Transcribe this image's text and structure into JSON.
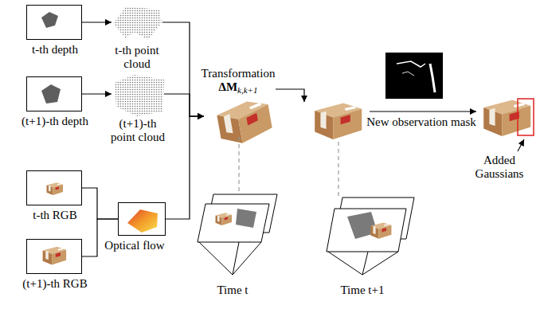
{
  "diagram": {
    "nodes": [
      {
        "text": [
          "t-th depth"
        ]
      },
      {
        "text": [
          "t-th point cloud"
        ]
      },
      {
        "text": [
          "(t+1)-th depth"
        ]
      },
      {
        "text": [
          "(t+1)-th point cloud"
        ]
      },
      {
        "text": [
          "t-th RGB"
        ]
      },
      {
        "text": [
          "(t+1)-th RGB"
        ]
      },
      {
        "text": [
          "Optical flow"
        ]
      },
      {
        "text": [
          "Transformation",
          "ΔM",
          "k,k+1"
        ]
      }
    ],
    "edges": [
      {
        "from": 0,
        "to": 1,
        "arrow": "to"
      },
      {
        "from": 2,
        "to": 3,
        "arrow": "to"
      },
      {
        "from": 4,
        "to": 6,
        "arrow": "none"
      },
      {
        "from": 5,
        "to": 6,
        "arrow": "none"
      },
      {
        "from": 1,
        "to": 7,
        "arrow": "to"
      },
      {
        "from": 3,
        "to": 7,
        "arrow": "to"
      },
      {
        "from": 6,
        "to": 7,
        "arrow": "to"
      }
    ],
    "labels": [
      "New observation mask",
      "Added Gaussians",
      "Time t",
      "Time t+1"
    ]
  }
}
